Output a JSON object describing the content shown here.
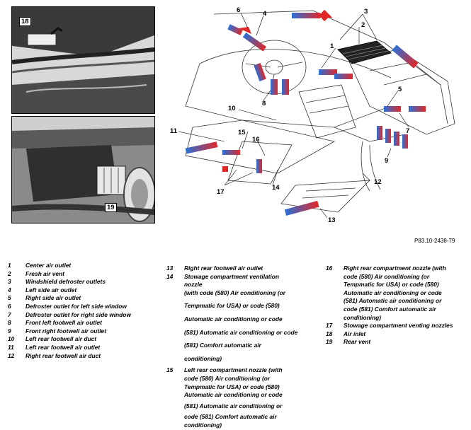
{
  "figure": {
    "id": "P83.10-2438-79"
  },
  "photo_top": {
    "callout": "18"
  },
  "photo_bottom": {
    "callout": "19"
  },
  "callouts": [
    "1",
    "2",
    "3",
    "4",
    "5",
    "6",
    "7",
    "8",
    "9",
    "10",
    "11",
    "12",
    "13",
    "14",
    "15",
    "16",
    "17"
  ],
  "legend": {
    "col1": [
      {
        "num": "1",
        "text": "Center air outlet"
      },
      {
        "num": "2",
        "text": "Fresh air vent"
      },
      {
        "num": "3",
        "text": "Windshield defroster outlets"
      },
      {
        "num": "4",
        "text": "Left side air outlet"
      },
      {
        "num": "5",
        "text": "Right side air outlet"
      },
      {
        "num": "6",
        "text": "Defroster outlet for left side window"
      },
      {
        "num": "7",
        "text": "Defroster outlet for right side window"
      },
      {
        "num": "8",
        "text": "Front left footwell air outlet"
      },
      {
        "num": "9",
        "text": "Front right footwell air outlet"
      },
      {
        "num": "10",
        "text": "Left rear footwell air duct"
      },
      {
        "num": "11",
        "text": "Left rear footwell air outlet"
      },
      {
        "num": "12",
        "text": "Right rear footwell air duct"
      }
    ],
    "col2_13": {
      "num": "13",
      "text": "Right rear footwell air outlet"
    },
    "col2_14": {
      "num": "14",
      "lines": [
        "Stowage compartment ventilation",
        "nozzle",
        "(with code (580) Air conditioning (or",
        "Tempmatic for USA) or code (580)",
        "Automatic air conditioning or code",
        "(581) Automatic air conditioning or code",
        "(581) Comfort automatic air",
        "conditioning)"
      ]
    },
    "col2_15": {
      "num": "15",
      "lines": [
        "Left rear compartment nozzle (with",
        "code (580) Air conditioning (or",
        "Tempmatic for USA) or code (580)",
        "Automatic air conditioning or code",
        "(581) Automatic air conditioning or",
        "code (581) Comfort automatic air",
        "conditioning)"
      ]
    },
    "col3_16": {
      "num": "16",
      "lines": [
        "Right rear compartment nozzle (with",
        "code (580) Air conditioning (or",
        "Tempmatic for USA) or code (580)",
        "Automatic air conditioning or code",
        "(581) Automatic air conditioning or",
        "code (581) Comfort automatic air",
        "conditioning)"
      ]
    },
    "col3_rest": [
      {
        "num": "17",
        "text": "Stowage compartment venting nozzles"
      },
      {
        "num": "18",
        "text": "Air inlet"
      },
      {
        "num": "19",
        "text": "Rear vent"
      }
    ]
  }
}
